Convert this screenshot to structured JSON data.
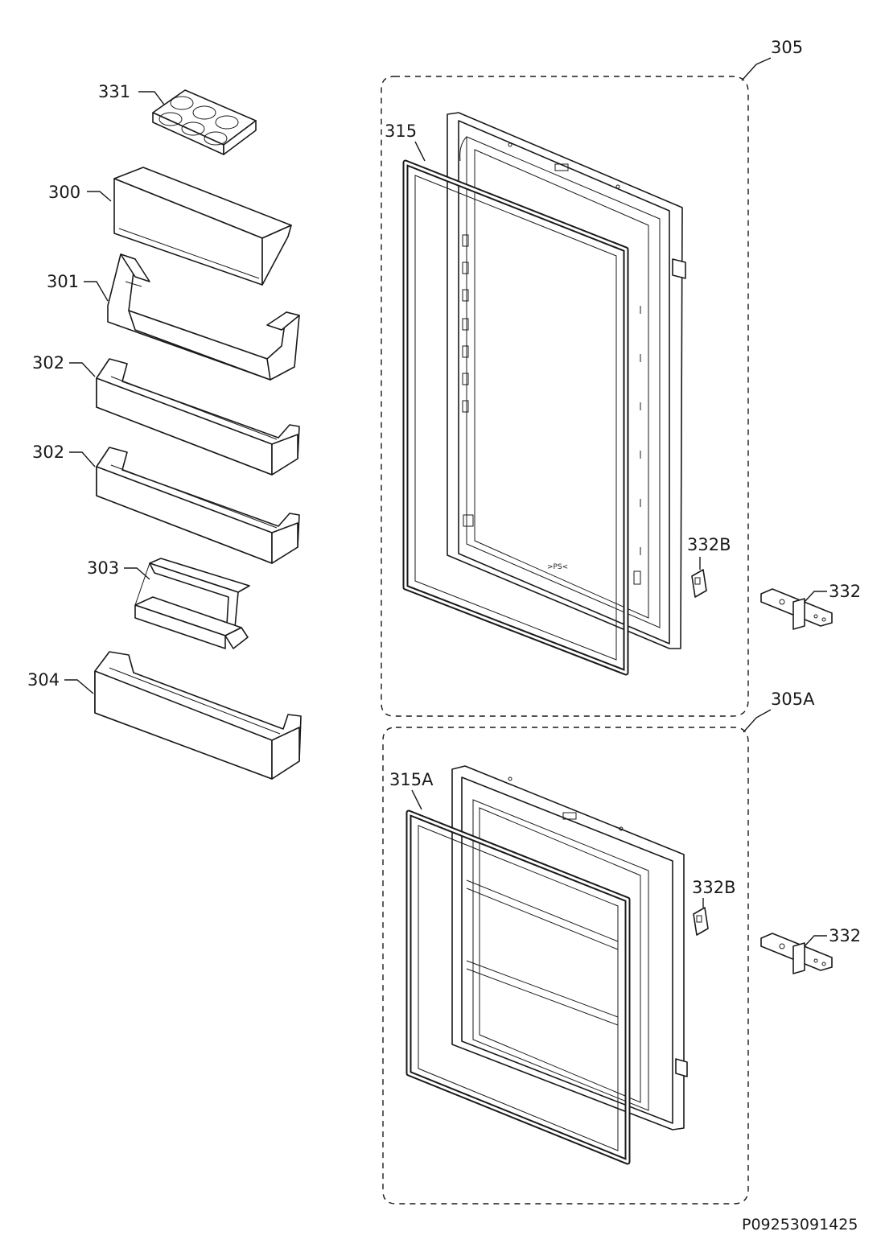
{
  "diagram": {
    "labels": {
      "l331": "331",
      "l300": "300",
      "l301": "301",
      "l302a": "302",
      "l302b": "302",
      "l303": "303",
      "l304": "304",
      "l305": "305",
      "l315": "315",
      "l332b_top": "332B",
      "l332_top": "332",
      "l305a": "305A",
      "l315a": "315A",
      "l332b_bottom": "332B",
      "l332_bottom": "332"
    },
    "door_marking": ">PS<",
    "drawing_code": "P09253091425"
  }
}
